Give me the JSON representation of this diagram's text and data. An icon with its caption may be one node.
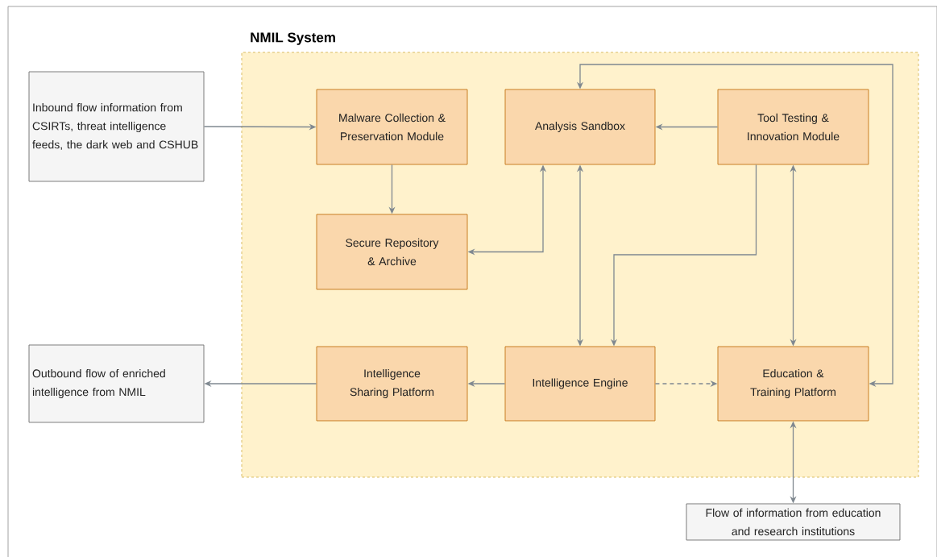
{
  "diagram": {
    "nodes": [
      {
        "text": [
          "NMIL System"
        ]
      },
      {
        "text": [
          "Inbound flow information from CSIRTs, threat intelligence feeds, the dark web and CSHUB"
        ]
      },
      {
        "text": [
          "Malware Collection & Preservation Module"
        ],
        "in": 0
      },
      {
        "text": [
          "Analysis Sandbox"
        ],
        "in": 0
      },
      {
        "text": [
          "Tool Testing & Innovation Module"
        ],
        "in": 0
      },
      {
        "text": [
          "Secure Repository & Archive"
        ],
        "in": 0
      },
      {
        "text": [
          "Outbound flow of enriched intelligence from NMIL"
        ]
      },
      {
        "text": [
          "Intelligence Sharing Platform"
        ],
        "in": 0
      },
      {
        "text": [
          "Intelligence Engine"
        ],
        "in": 0
      },
      {
        "text": [
          "Education & Training Platform"
        ],
        "in": 0
      },
      {
        "text": [
          "Flow of information from education and research institutions"
        ]
      }
    ],
    "edges": [
      {
        "from": 1,
        "to": 2,
        "arrow": "to"
      },
      {
        "from": 2,
        "to": 5,
        "arrow": "to"
      },
      {
        "from": 5,
        "to": 3,
        "arrow": "both"
      },
      {
        "from": 4,
        "to": 3,
        "arrow": "to"
      },
      {
        "from": 3,
        "to": 8,
        "arrow": "both"
      },
      {
        "from": 4,
        "to": 8,
        "arrow": "to"
      },
      {
        "from": 4,
        "to": 9,
        "arrow": "both"
      },
      {
        "from": 9,
        "to": 3,
        "arrow": "both"
      },
      {
        "from": 8,
        "to": 9,
        "arrow": "to",
        "style": "dashed"
      },
      {
        "from": 8,
        "to": 7,
        "arrow": "to"
      },
      {
        "from": 7,
        "to": 6,
        "arrow": "to"
      },
      {
        "from": 9,
        "to": 10,
        "arrow": "both"
      }
    ]
  }
}
